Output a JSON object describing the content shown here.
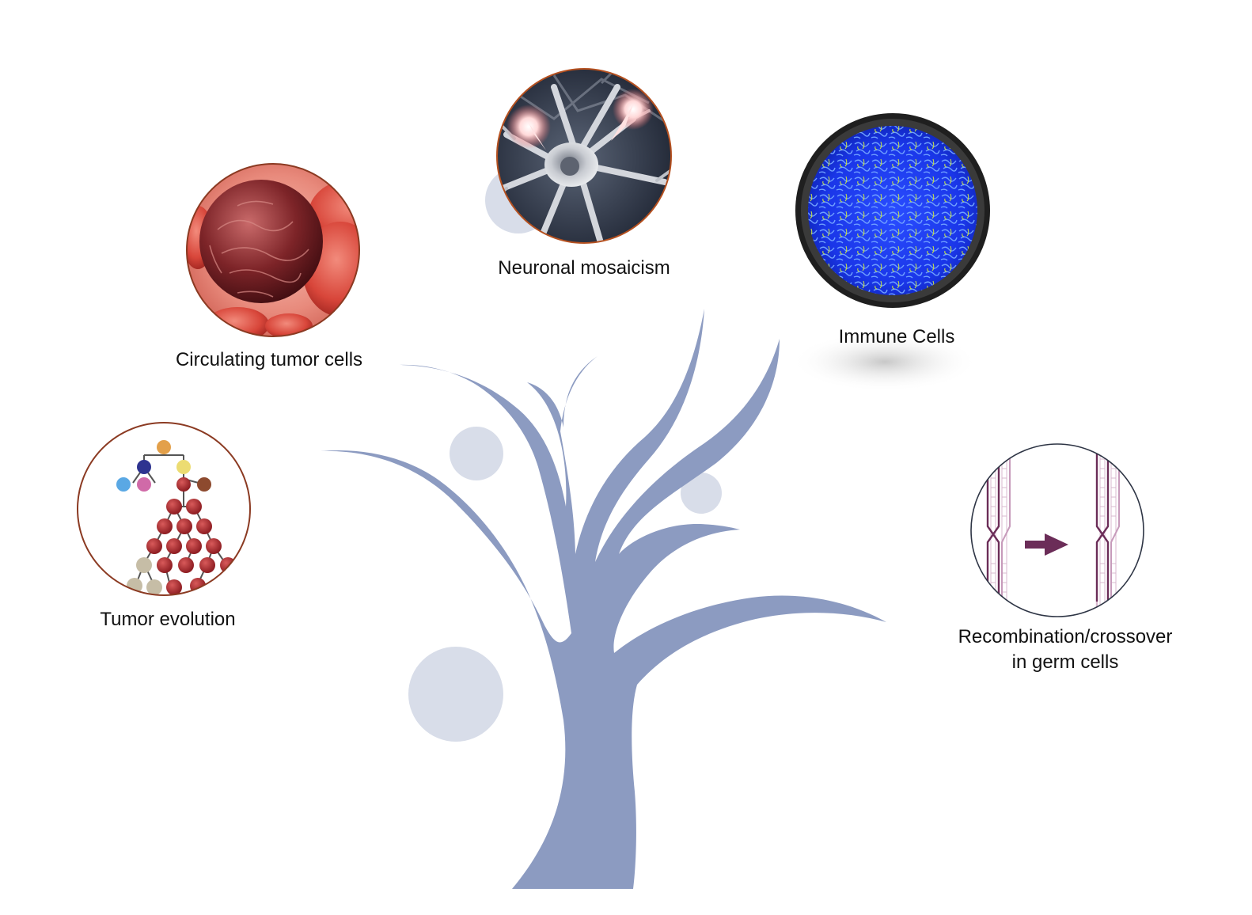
{
  "colors": {
    "tree": "#8c9bc1",
    "bubble": "#d8dde9",
    "tumor_border": "#8b3a22",
    "neuron_border": "#b5501f",
    "immune_ring": "#1f1f1f",
    "germ_border": "#2e3545",
    "chromosome": "#6b2d58",
    "chromosome_light": "#d8b8cf",
    "arrow": "#6b2d58"
  },
  "nodes": {
    "tumor_evolution": {
      "label": "Tumor evolution",
      "icon": "clonal-tree-icon"
    },
    "circulating_tumor_cells": {
      "label": "Circulating tumor cells",
      "icon": "tumor-cell-icon"
    },
    "neuronal_mosaicism": {
      "label": "Neuronal mosaicism",
      "icon": "neuron-icon"
    },
    "immune_cells": {
      "label": "Immune Cells",
      "icon": "immune-cell-icon"
    },
    "germ_cells": {
      "label_line1": "Recombination/crossover",
      "label_line2": "in germ cells",
      "icon": "chromosome-crossover-icon"
    }
  }
}
